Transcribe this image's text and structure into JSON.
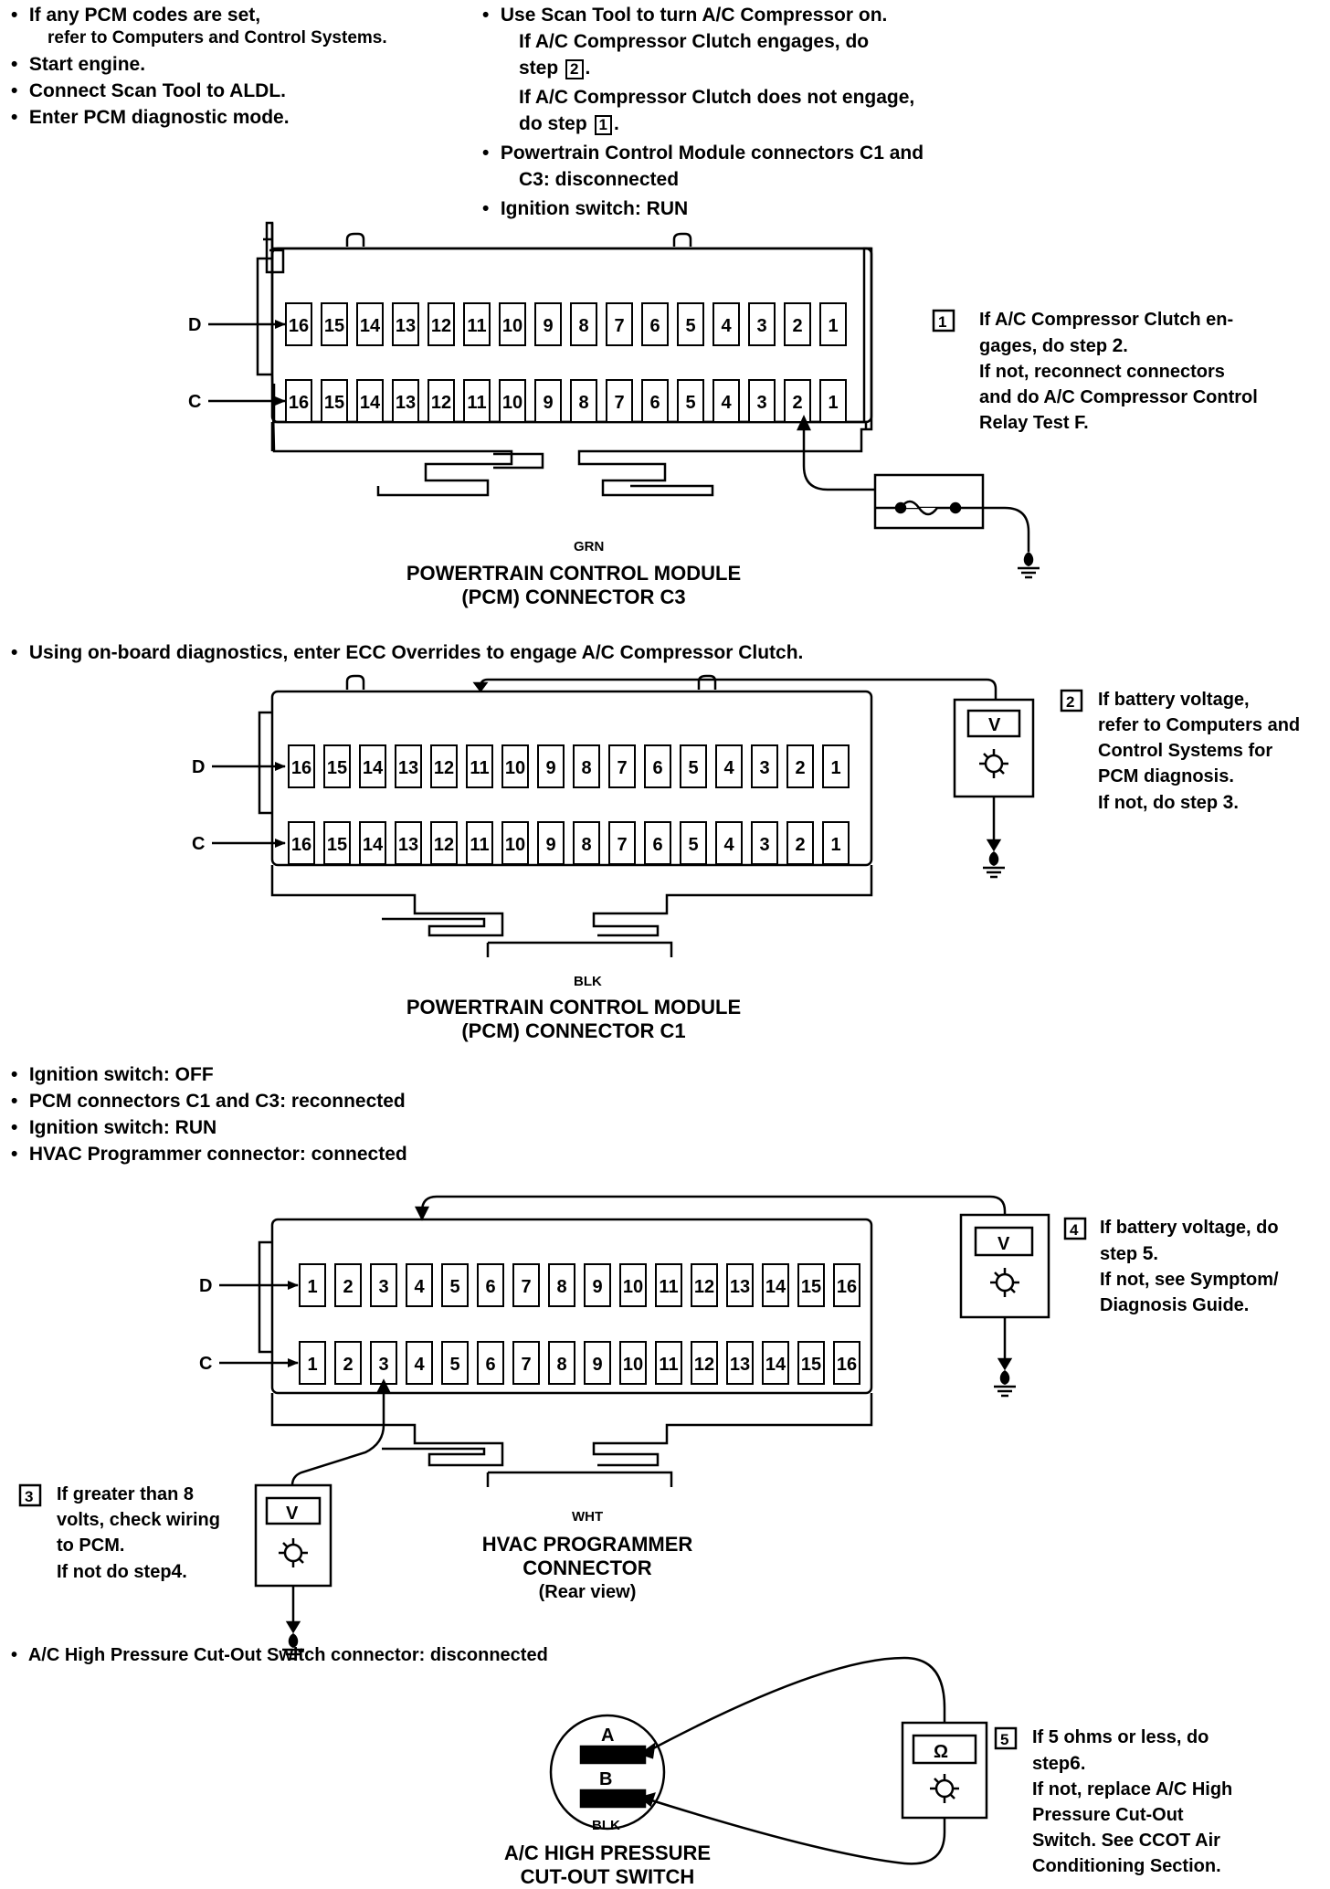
{
  "top_left": [
    "If any PCM codes are set,",
    "refer to Computers and Control Systems.",
    "Start engine.",
    "Connect Scan Tool to ALDL.",
    "Enter PCM diagnostic mode."
  ],
  "top_right": {
    "l1": "Use Scan Tool to turn A/C Compressor on.",
    "l2": "If A/C Compressor Clutch engages, do",
    "l3": "step",
    "l3_step": "2",
    "l4": "If A/C Compressor Clutch does not engage,",
    "l5": "do step",
    "l5_step": "1",
    "l6": "Powertrain Control Module connectors C1 and",
    "l7": "C3: disconnected",
    "l8": "Ignition switch: RUN"
  },
  "pins_desc": [
    "16",
    "15",
    "14",
    "13",
    "12",
    "11",
    "10",
    "9",
    "8",
    "7",
    "6",
    "5",
    "4",
    "3",
    "2",
    "1"
  ],
  "pins_asc": [
    "1",
    "2",
    "3",
    "4",
    "5",
    "6",
    "7",
    "8",
    "9",
    "10",
    "11",
    "12",
    "13",
    "14",
    "15",
    "16"
  ],
  "rows": {
    "d": "D",
    "c": "C"
  },
  "conn_c3": {
    "color": "GRN",
    "title1": "POWERTRAIN CONTROL MODULE",
    "title2": "(PCM) CONNECTOR C3"
  },
  "note1": {
    "step": "1",
    "lines": [
      "If A/C Compressor Clutch en-",
      "gages, do step",
      "If not, reconnect connectors",
      "and do A/C Compressor Control",
      "Relay Test F."
    ],
    "ref_step": "2"
  },
  "mid_bullet": "Using on-board diagnostics, enter ECC Overrides to engage A/C Compressor Clutch.",
  "conn_c1": {
    "color": "BLK",
    "title1": "POWERTRAIN CONTROL MODULE",
    "title2": "(PCM) CONNECTOR C1"
  },
  "note2": {
    "step": "2",
    "lines": [
      "If battery voltage,",
      "refer to Computers and",
      "Control Systems for",
      "PCM diagnosis.",
      "If not, do step"
    ],
    "ref_step": "3"
  },
  "bullets3": [
    "Ignition switch: OFF",
    "PCM connectors C1 and C3: reconnected",
    "Ignition switch: RUN",
    "HVAC Programmer connector: connected"
  ],
  "conn_hvac": {
    "color": "WHT",
    "title1": "HVAC PROGRAMMER",
    "title2": "CONNECTOR",
    "title3": "(Rear view)"
  },
  "note3": {
    "step": "3",
    "lines": [
      "If greater than 8",
      "volts, check wiring",
      "to PCM.",
      "If not do step"
    ],
    "ref_step": "4"
  },
  "note4": {
    "step": "4",
    "lines": [
      "If battery voltage, do",
      "step",
      "If not, see Symptom/",
      "Diagnosis Guide."
    ],
    "ref_step": "5"
  },
  "bullet4": "A/C High Pressure Cut-Out Switch connector: disconnected",
  "switch": {
    "a": "A",
    "b": "B",
    "color": "BLK",
    "title1": "A/C HIGH PRESSURE",
    "title2": "CUT-OUT SWITCH"
  },
  "note5": {
    "step": "5",
    "lines": [
      "If 5 ohms or less, do",
      "step",
      "If not, replace A/C High",
      "Pressure Cut-Out",
      "Switch. See CCOT Air",
      "Conditioning Section."
    ],
    "ref_step": "6"
  },
  "meters": {
    "volt": "V",
    "ohm": "Ω"
  }
}
